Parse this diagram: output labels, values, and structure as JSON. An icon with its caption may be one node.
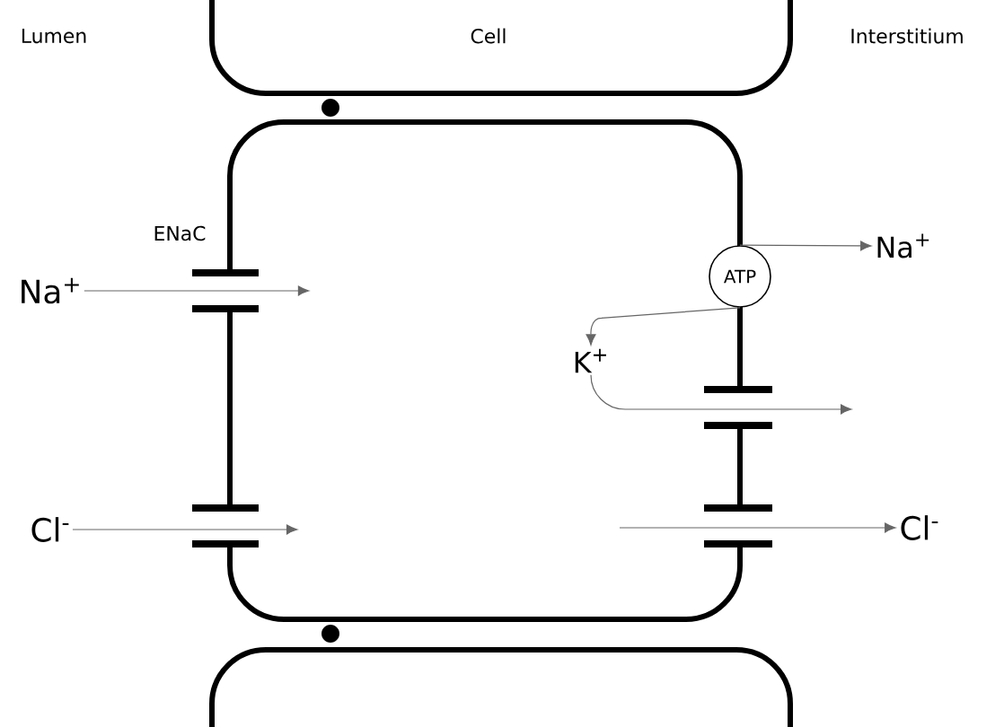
{
  "diagram": {
    "nodes": [
      {
        "text": [
          "Na$^{+}$"
        ]
      },
      {
        "text": [
          "Cl$^{-}$"
        ]
      },
      {
        "text": [
          "ATP"
        ]
      },
      {
        "text": [
          "Na$^{+}$"
        ]
      },
      {
        "text": [
          "K$^{+}$"
        ]
      },
      {
        "text": [
          "Cl$^{-}$"
        ]
      }
    ],
    "edges": [
      {
        "from": 0,
        "to": null,
        "arrow": "to"
      },
      {
        "from": 1,
        "to": null,
        "arrow": "to"
      },
      {
        "from": 2,
        "to": 3,
        "arrow": "to"
      },
      {
        "from": 2,
        "to": 4,
        "arrow": "to"
      },
      {
        "from": 4,
        "to": null,
        "arrow": "to"
      },
      {
        "from": null,
        "to": 5,
        "arrow": "to"
      }
    ],
    "labels": [
      "Lumen",
      "Cell",
      "Interstitium",
      "ENaC"
    ]
  }
}
